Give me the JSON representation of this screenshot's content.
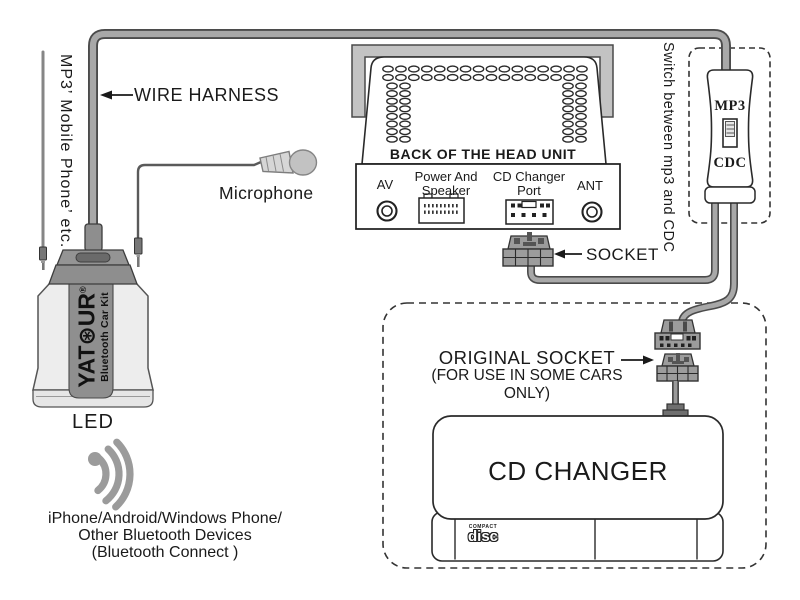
{
  "colors": {
    "ink": "#1a1a1a",
    "cable-fill": "#a8a8a8",
    "cable-edge": "#4b4b4b",
    "connector": "#9c9c9c",
    "bezel": "#c3c3c3",
    "device-body": "#ededed",
    "device-stripe": "#8f8f8f",
    "metal": "#8e8e8e",
    "mic-body": "#d6d6d6",
    "mic-head": "#c2c2c2",
    "signal": "#9b9b9b"
  },
  "labels": {
    "left_cable": "MP3’ Mobile Phone’ etc.",
    "wire_harness": "WIRE HARNESS",
    "microphone": "Microphone",
    "head_unit_back": "BACK OF THE HEAD UNIT",
    "port_av": "AV",
    "port_power_line1": "Power And",
    "port_power_line2": "Speaker",
    "port_cd_line1": "CD Changer",
    "port_cd_line2": "Port",
    "port_ant": "ANT",
    "socket": "SOCKET",
    "switch_note": "Switch between mp3 and CDC",
    "switch_top": "MP3",
    "switch_bottom": "CDC",
    "original_socket_line1": "ORIGINAL SOCKET",
    "original_socket_line2": "(FOR USE IN SOME CARS ONLY)",
    "cd_changer": "CD CHANGER",
    "led": "LED",
    "bluetooth_line1": "iPhone/Android/Windows Phone/",
    "bluetooth_line2": "Other Bluetooth Devices",
    "bluetooth_line3": "(Bluetooth Connect )",
    "brand_pre": "YAT",
    "brand_o": "⊛",
    "brand_post": "UR",
    "brand_reg": "®",
    "brand_sub": "Bluetooth Car Kit",
    "disc_logo_small": "COMPACT",
    "disc_logo_word": "disc"
  }
}
